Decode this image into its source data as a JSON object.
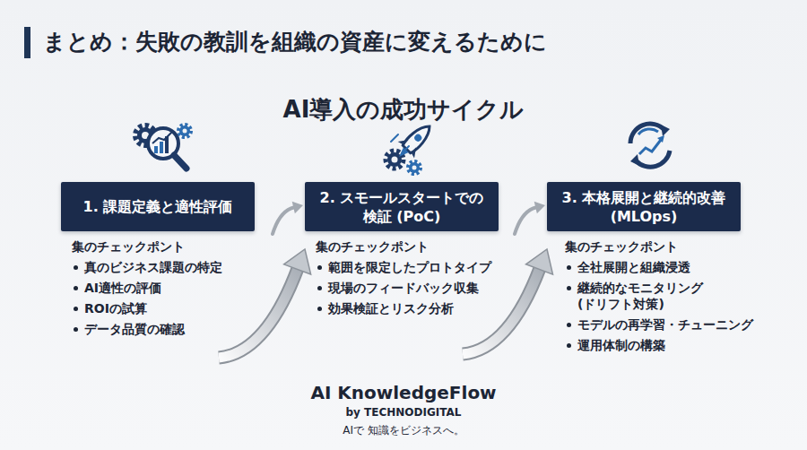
{
  "diagram": {
    "title": "まとめ：失敗の教訓を組織の資産に変えるために",
    "nodes": [
      {
        "text": [
          "1. 課題定義と適性評価",
          "集のチェックポント",
          "真のビジネス課題の特定",
          "AI適性の評価",
          "ROIの試算",
          "データ品質の確認"
        ]
      },
      {
        "text": [
          "2. スモールスタートでの 検証 (PoC)",
          "集のチェックポント",
          "範囲を限定したプロトタイプ",
          "現場のフィードバック収集",
          "効果検証とリスク分析"
        ]
      },
      {
        "text": [
          "3. 本格展開と継続的改善 (MLOps)",
          "集のチェックポント",
          "全社展開と組織浸透",
          "継続的なモニタリング (ドリフト対策)",
          "モデルの再学習・チューニング",
          "運用体制の構築"
        ]
      }
    ],
    "edges": [
      {
        "from": 0,
        "to": 1,
        "arrow": "to"
      },
      {
        "from": 1,
        "to": 2,
        "arrow": "to"
      }
    ],
    "labels": [
      "AI導入の成功サイクル",
      "AI KnowledgeFlow",
      "by TECHNODIGITAL",
      "AIで 知識をビジネスへ。"
    ]
  }
}
